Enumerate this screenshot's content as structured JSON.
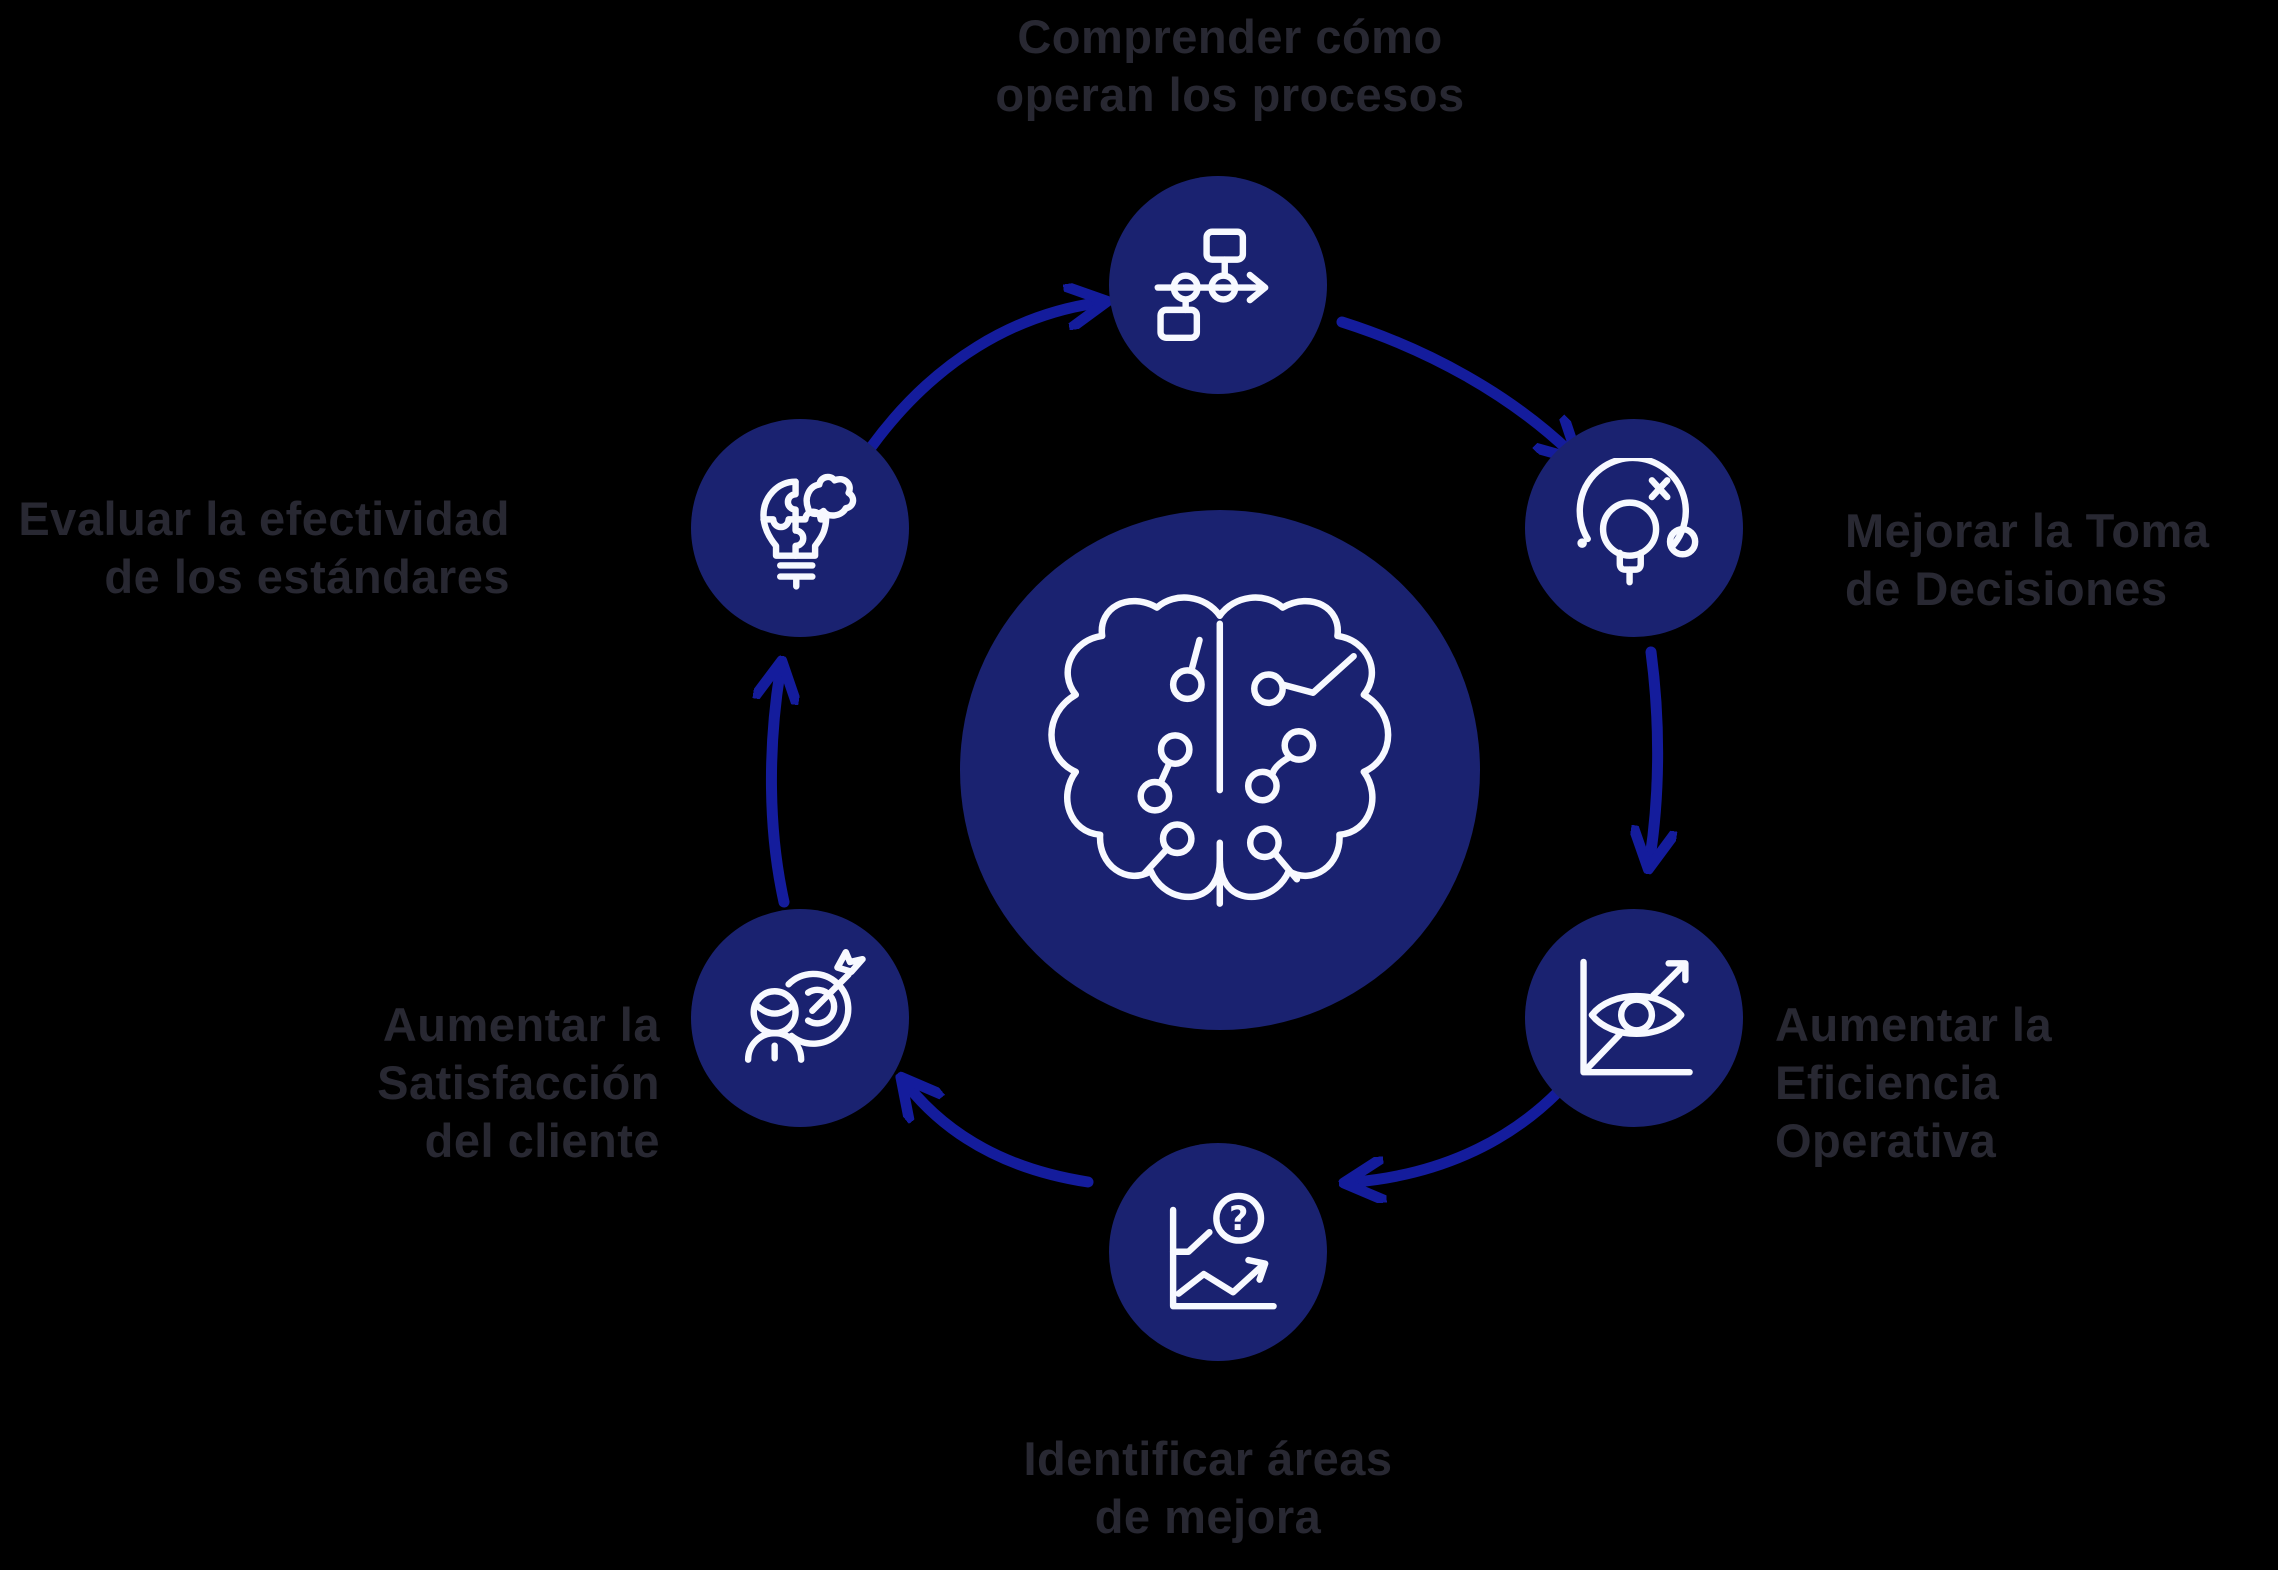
{
  "diagram_title": "",
  "colors": {
    "background": "#000000",
    "node_fill": "#1a2270",
    "arrow_blue": "#141c9c",
    "icon_stroke": "#f7f9ff",
    "label_text": "#282832"
  },
  "center": {
    "id": "cerebro",
    "icon": "brain-circuit-icon"
  },
  "nodes": [
    {
      "id": "procesos",
      "icon": "flowchart-icon",
      "lines": [
        "Comprender cómo",
        "operan los procesos"
      ]
    },
    {
      "id": "decisiones",
      "icon": "idea-gauge-icon",
      "lines": [
        "Mejorar la Toma",
        "de Decisiones"
      ]
    },
    {
      "id": "eficiencia",
      "icon": "vision-growth-icon",
      "lines": [
        "Aumentar la",
        "Eficiencia",
        "Operativa"
      ]
    },
    {
      "id": "mejora",
      "icon": "chart-question-icon",
      "lines": [
        "Identificar áreas",
        "de mejora"
      ]
    },
    {
      "id": "satisfaccion",
      "icon": "customer-target-icon",
      "lines": [
        "Aumentar la",
        "Satisfacción",
        "del cliente"
      ]
    },
    {
      "id": "efectividad",
      "icon": "puzzle-bulb-icon",
      "lines": [
        "Evaluar la efectividad",
        "de los estándares"
      ]
    }
  ],
  "edges": [
    {
      "from": "efectividad",
      "to": "procesos"
    },
    {
      "from": "procesos",
      "to": "decisiones"
    },
    {
      "from": "decisiones",
      "to": "eficiencia"
    },
    {
      "from": "eficiencia",
      "to": "mejora"
    },
    {
      "from": "mejora",
      "to": "satisfaccion"
    },
    {
      "from": "satisfaccion",
      "to": "efectividad"
    }
  ],
  "flow_direction": "clockwise"
}
